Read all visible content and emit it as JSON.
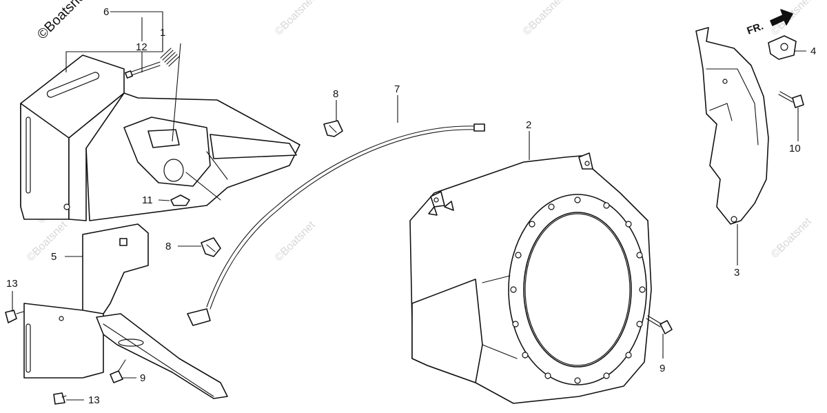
{
  "watermark": {
    "corner": "©Boatsnet",
    "tile": "©Boatsnet"
  },
  "front_indicator": "FR.",
  "callouts": [
    "1",
    "2",
    "3",
    "4",
    "5",
    "6",
    "7",
    "8",
    "8",
    "9",
    "9",
    "10",
    "11",
    "12",
    "13",
    "13"
  ]
}
